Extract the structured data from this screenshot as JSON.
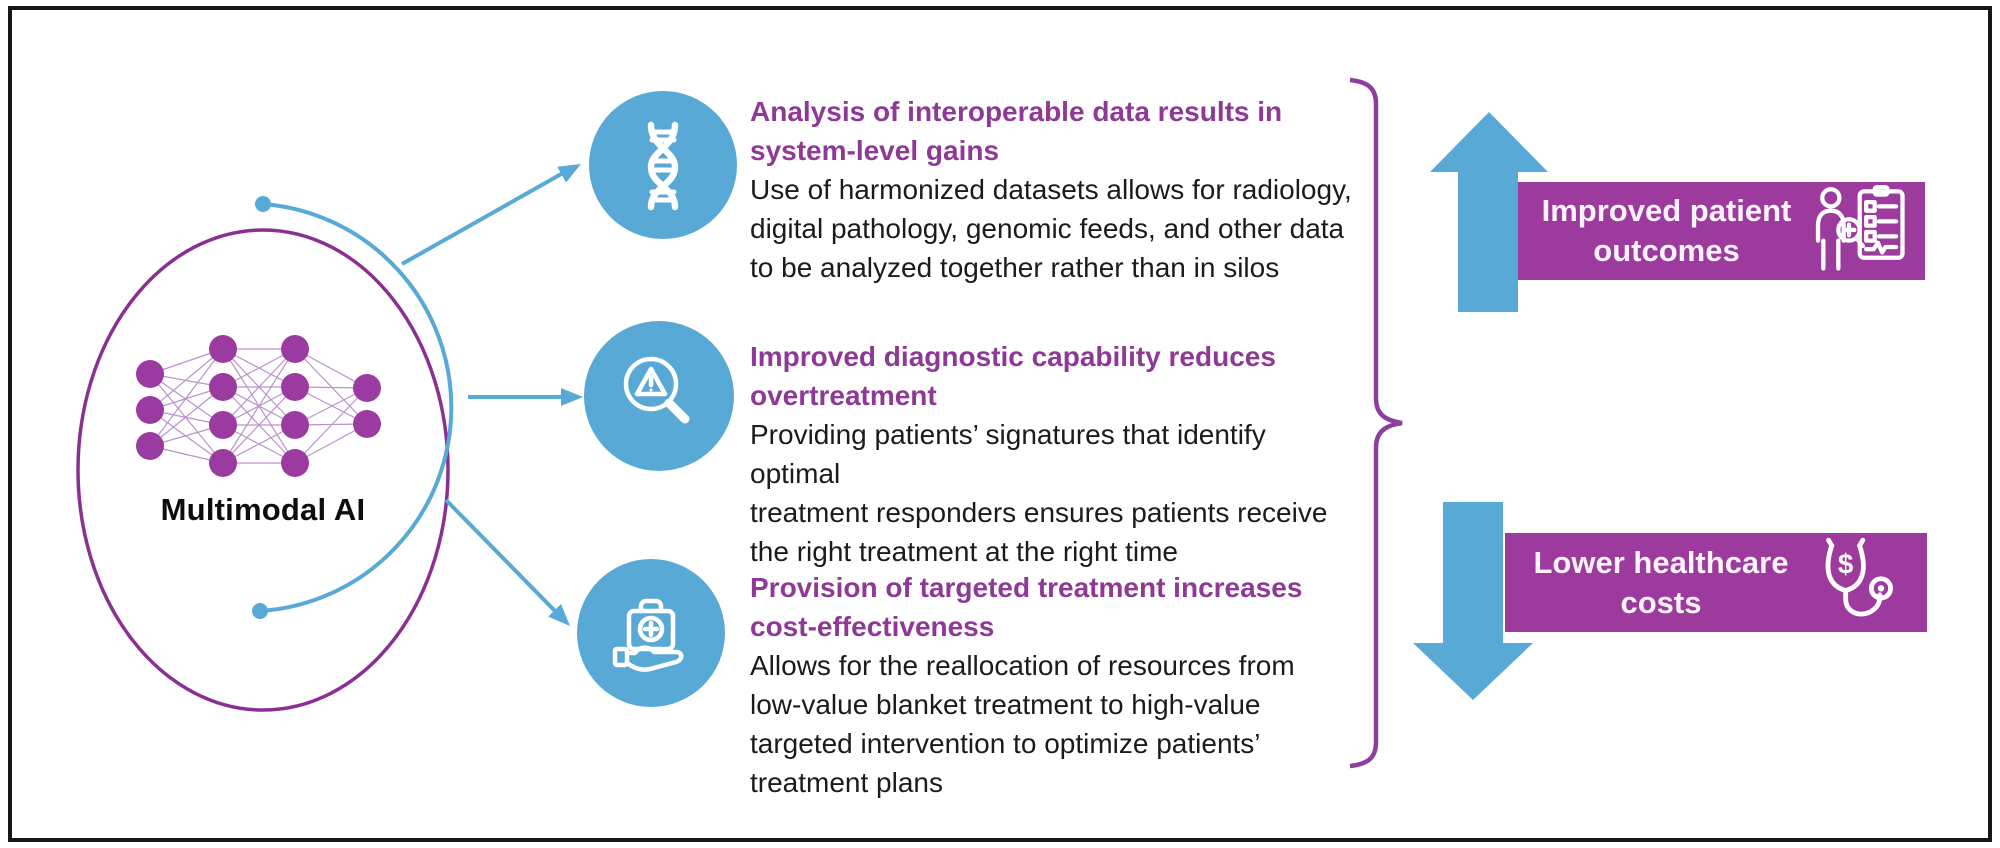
{
  "diagram": {
    "hub": {
      "label": "Multimodal AI"
    },
    "branches": [
      {
        "icon": "dna-icon",
        "heading_lines": [
          "Analysis of interoperable data results in",
          "system-level gains"
        ],
        "body_lines": [
          "Use of harmonized datasets allows for radiology,",
          "digital pathology, genomic feeds, and other data",
          "to be analyzed together rather than in silos"
        ]
      },
      {
        "icon": "magnifier-warning-icon",
        "heading_lines": [
          "Improved diagnostic capability reduces",
          "overtreatment"
        ],
        "body_lines": [
          "Providing patients’ signatures that identify optimal",
          "treatment responders ensures patients receive",
          "the right treatment at the right time"
        ]
      },
      {
        "icon": "first-aid-hand-icon",
        "heading_lines": [
          "Provision of targeted treatment increases",
          "cost-effectiveness"
        ],
        "body_lines": [
          "Allows for the reallocation of resources from",
          "low-value blanket treatment to high-value",
          "targeted intervention to optimize patients’",
          "treatment plans"
        ]
      }
    ],
    "outcomes": [
      {
        "direction": "up",
        "icon": "patient-chart-icon",
        "label_lines": [
          "Improved patient",
          "outcomes"
        ]
      },
      {
        "direction": "down",
        "icon": "stethoscope-dollar-icon",
        "label_lines": [
          "Lower healthcare",
          "costs"
        ]
      }
    ],
    "colors": {
      "blue": "#58A9D6",
      "purple_banner": "#9C3A9E",
      "purple_heading": "#8F3996",
      "purple_circle": "#8B2F92",
      "body_text": "#1B1B1B"
    }
  }
}
